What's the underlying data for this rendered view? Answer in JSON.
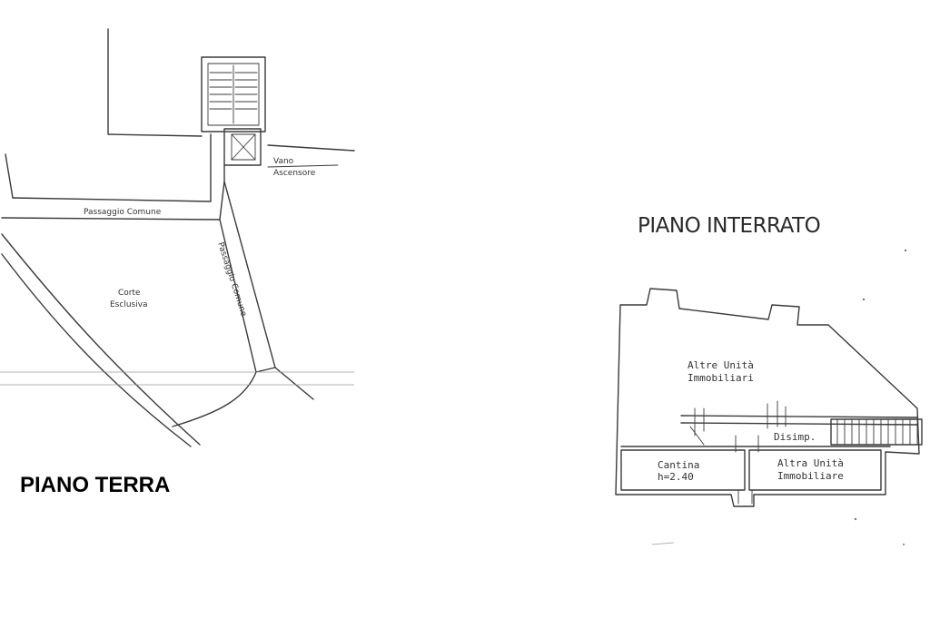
{
  "ground_floor": {
    "title": "PIANO TERRA",
    "labels": {
      "vano": "Vano",
      "ascensore": "Ascensore",
      "passaggio_comune_h": "Passaggio Comune",
      "passaggio_comune_v": "Passaggio Comune",
      "corte": "Corte",
      "esclusiva": "Esclusiva"
    }
  },
  "basement": {
    "title": "PIANO INTERRATO",
    "labels": {
      "altre_unita": "Altre Unità",
      "immobiliari": "Immobiliari",
      "disimp": "Disimp.",
      "cantina": "Cantina",
      "altezza": "h=2.40",
      "altra_unita": "Altra Unità",
      "immobiliare": "Immobiliare"
    }
  }
}
